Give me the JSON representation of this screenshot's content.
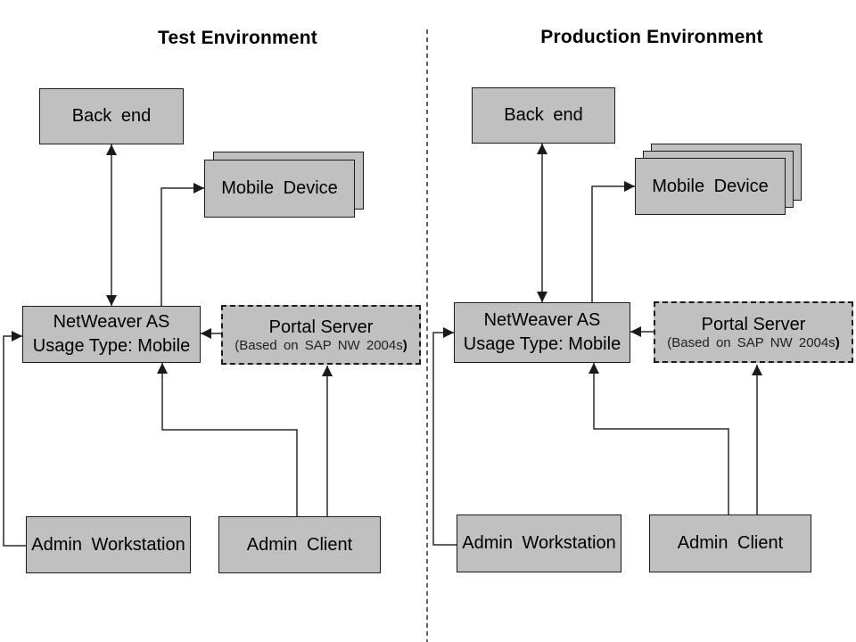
{
  "colors": {
    "background": "#ffffff",
    "box_fill": "#c0c0c0",
    "box_border": "#1c1c1c",
    "connector": "#2a2a2a",
    "divider": "#4a4a4a",
    "text": "#000000"
  },
  "divider": {
    "style": "dashed-vertical"
  },
  "test": {
    "title": "Test Environment",
    "nodes": {
      "backend": {
        "label": "Back end"
      },
      "mobile": {
        "label": "Mobile Device",
        "stack_layers": 2
      },
      "netweaver": {
        "line1": "NetWeaver AS",
        "line2": "Usage Type: Mobile"
      },
      "portal": {
        "title": "Portal Server",
        "subtitle": "(Based on SAP NW 2004s",
        "subtitle_close": ")"
      },
      "admin_workstation": {
        "label": "Admin Workstation"
      },
      "admin_client": {
        "label": "Admin Client"
      }
    },
    "edges": [
      {
        "from": "Back end",
        "to": "NetWeaver AS Usage Type: Mobile",
        "type": "double-arrow"
      },
      {
        "from": "NetWeaver AS Usage Type: Mobile",
        "to": "Mobile Device",
        "type": "arrow"
      },
      {
        "from": "Portal Server",
        "to": "NetWeaver AS Usage Type: Mobile",
        "type": "arrow"
      },
      {
        "from": "Admin Workstation",
        "to": "NetWeaver AS Usage Type: Mobile",
        "type": "arrow"
      },
      {
        "from": "Admin Client",
        "to": "NetWeaver AS Usage Type: Mobile",
        "type": "arrow"
      },
      {
        "from": "Admin Client",
        "to": "Portal Server",
        "type": "arrow"
      }
    ]
  },
  "production": {
    "title": "Production Environment",
    "nodes": {
      "backend": {
        "label": "Back end"
      },
      "mobile": {
        "label": "Mobile Device",
        "stack_layers": 3
      },
      "netweaver": {
        "line1": "NetWeaver AS",
        "line2": "Usage Type: Mobile"
      },
      "portal": {
        "title": "Portal Server",
        "subtitle": "(Based on SAP NW 2004s",
        "subtitle_close": ")"
      },
      "admin_workstation": {
        "label": "Admin Workstation"
      },
      "admin_client": {
        "label": "Admin Client"
      }
    },
    "edges": [
      {
        "from": "Back end",
        "to": "NetWeaver AS Usage Type: Mobile",
        "type": "double-arrow"
      },
      {
        "from": "NetWeaver AS Usage Type: Mobile",
        "to": "Mobile Device",
        "type": "arrow"
      },
      {
        "from": "Portal Server",
        "to": "NetWeaver AS Usage Type: Mobile",
        "type": "arrow"
      },
      {
        "from": "Admin Workstation",
        "to": "NetWeaver AS Usage Type: Mobile",
        "type": "arrow"
      },
      {
        "from": "Admin Client",
        "to": "NetWeaver AS Usage Type: Mobile",
        "type": "arrow"
      },
      {
        "from": "Admin Client",
        "to": "Portal Server",
        "type": "arrow"
      }
    ]
  }
}
